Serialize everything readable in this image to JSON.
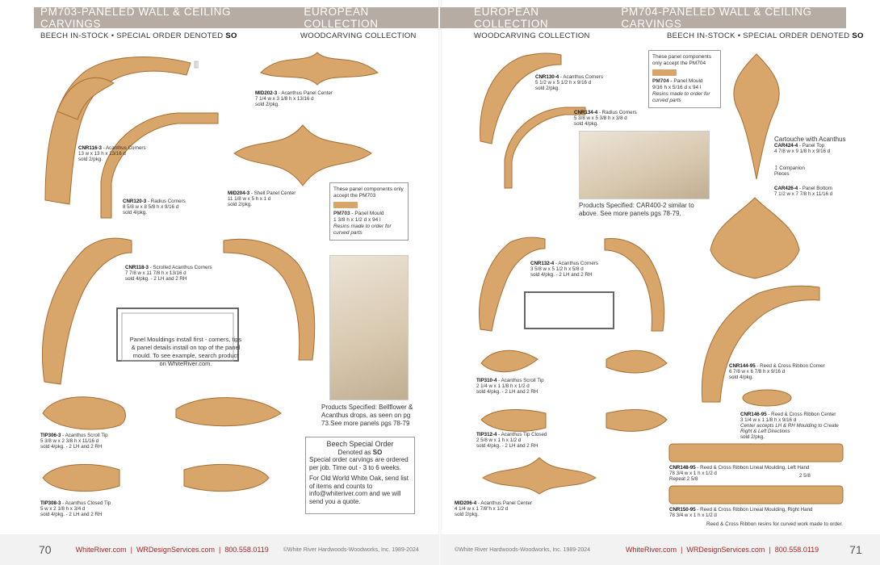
{
  "left": {
    "header_left": "PM703-PANELED WALL & CEILING CARVINGS",
    "header_right": "EUROPEAN COLLECTION",
    "sub_left_a": "BEECH IN-STOCK • SPECIAL ORDER DENOTED",
    "sub_left_so": "SO",
    "sub_right": "WOODCARVING COLLECTION",
    "items": [
      {
        "code": "CNR116-3",
        "name": " - Acanthus Corners",
        "dims": "13 w x 13 h x 13/16 d",
        "pkg": "sold 2/pkg."
      },
      {
        "code": "MID202-3",
        "name": " - Acanthus Panel Center",
        "dims": "7 1/4 w x 3 1/8 h x 13/16 d",
        "pkg": "sold 2/pkg."
      },
      {
        "code": "CNR120-3",
        "name": " - Radius Corners",
        "dims": "8 5/8 w x 8 5/8 h x 9/16 d",
        "pkg": "sold 4/pkg."
      },
      {
        "code": "MID204-3",
        "name": " - Shell Panel Center",
        "dims": "11 1/8 w x 5 h x 1 d",
        "pkg": "sold 2/pkg."
      },
      {
        "code": "CNR118-3",
        "name": " - Scrolled Acanthus Corners",
        "dims": "7 7/8 w x 11 7/8 h x 13/16 d",
        "pkg": "sold 4/pkg. - 2 LH and 2 RH"
      },
      {
        "code": "TIP306-3",
        "name": " - Acanthus Scroll Tip",
        "dims": "5 3/8 w x 2 3/8 h x 11/16 d",
        "pkg": "sold 4/pkg. - 2 LH and 2 RH"
      },
      {
        "code": "TIP308-3",
        "name": " - Acanthus Closed Tip",
        "dims": "5 w x 2 1/8 h x 3/4 d",
        "pkg": "sold 4/pkg. - 2 LH and 2 RH"
      }
    ],
    "pm_note_text": "These panel components only accept the PM703",
    "pm_note_code": "PM703",
    "pm_note_name": " - Panel Mould",
    "pm_note_dims": "1 3/8 h x 1/2 d x 94 l",
    "pm_note_resin": "Resins made to order for curved parts",
    "install_text": "Panel Mouldings install first - corners, tips & panel details install on top of the panel mould. To see example, search product on WhiteRiver.com.",
    "products_text": "Products Specified: Bellflower & Acanthus drops, as seen on pg 73.See more panels pgs 78-79",
    "so_box_title": "Beech Special Order",
    "so_box_denoted": "Denoted as",
    "so_box_so": "SO",
    "so_box_line1": "Special order carvings are ordered per job. Time out - 3 to 6 weeks.",
    "so_box_line2": "For Old World White Oak, send list of items and counts to info@whiteriver.com and we will send you a quote.",
    "page_number": "70",
    "footer_site": "WhiteRiver.com",
    "footer_design": "WRDesignServices.com",
    "footer_phone": "800.558.0119",
    "footer_copy": "©White River Hardwoods-Woodworks, Inc.  1989-2024"
  },
  "right": {
    "header_left": "EUROPEAN COLLECTION",
    "header_right": "PM704-PANELED WALL & CEILING CARVINGS",
    "sub_left": "WOODCARVING COLLECTION",
    "sub_right_a": "BEECH IN-STOCK • SPECIAL ORDER DENOTED",
    "sub_right_so": "SO",
    "items": [
      {
        "code": "CNR130-4",
        "name": " - Acanthus Corners",
        "dims": "5 1/2 w x 5 1/2 h x 9/16 d",
        "pkg": "sold 2/pkg."
      },
      {
        "code": "CNR134-4",
        "name": " - Radius Corners",
        "dims": "5 3/8 w x 5 3/8 h x 3/8 d",
        "pkg": "sold 4/pkg."
      },
      {
        "code": "CNR132-4",
        "name": " - Acanthus Corners",
        "dims": "3 5/8 w x 5 1/2 h x 5/8 d",
        "pkg": "sold 4/pkg. - 2 LH and 2 RH"
      },
      {
        "code": "TIP310-4",
        "name": " - Acanthus Scroll Tip",
        "dims": "2 1/4 w x 1 1/8 h x 1/2 d",
        "pkg": "sold 4/pkg. - 2 LH and 2 RH"
      },
      {
        "code": "TIP312-4",
        "name": " - Acanthus Tip Closed",
        "dims": "2 5/8 w x 1 h x 1/2 d",
        "pkg": "sold 4/pkg. - 2 LH and 2 RH"
      },
      {
        "code": "MID206-4",
        "name": " - Acanthus Panel Center",
        "dims": "4 1/4 w x 1 7/8\"h x 1/2 d",
        "pkg": "sold 2/pkg."
      },
      {
        "code": "CAR424-4",
        "name": " - Panel Top",
        "dims": "4 7/8 w x 9 1/8 h x 9/16 d",
        "pkg": ""
      },
      {
        "code": "CAR426-4",
        "name": " - Panel Bottom",
        "dims": "7 1/2 w x 7 7/8 h x 11/16 d",
        "pkg": ""
      },
      {
        "code": "CNR144-95",
        "name": " - Reed & Cross Ribbon Corner",
        "dims": "6 7/8 w x 6 7/8 h x 9/16 d",
        "pkg": "sold 4/pkg."
      },
      {
        "code": "CNR146-95",
        "name": " - Reed & Cross Ribbon Center",
        "dims": "3 1/4 w x 1 1/8 h x 9/16 d",
        "pkg": "Center accepts LH & RH Moulding to Create Right & Left Directions"
      },
      {
        "code": "CNR148-95",
        "name": " - Reed & Cross Ribbon Lineal Moulding, Left Hand",
        "dims": "78 3/4 w x 1 h x 1/2 d",
        "pkg": "Repeat 2 5/8"
      },
      {
        "code": "CNR150-95",
        "name": " - Reed & Cross Ribbon Lineal Moulding, Right Hand",
        "dims": "78 3/4 w x 1 h x 1/2 d",
        "pkg": ""
      }
    ],
    "cnr146_sold": "sold 2/pkg.",
    "pm_note_text": "These panel components only accept the PM704",
    "pm_note_code": "PM704",
    "pm_note_name": " - Panel Mould",
    "pm_note_dims": "9/16 h x 5/16 d x 94 l",
    "pm_note_resin": "Resins made to order for curved parts",
    "cartouche_title": "Cartouche with Acanthus",
    "companion": "Companion Pieces",
    "repeat_dim": "2 5/8",
    "products_text": "Products Specified: CAR400-2 similar to above. See more panels pgs 78-79.",
    "ribbon_note": "Reed & Cross Ribbon resins for curved work made to order.",
    "page_number": "71",
    "footer_site": "WhiteRiver.com",
    "footer_design": "WRDesignServices.com",
    "footer_phone": "800.558.0119",
    "footer_copy": "©White River Hardwoods-Woodworks, Inc.  1989-2024"
  },
  "colors": {
    "header_bg": "#b6aca3",
    "link": "#a02a2a",
    "wood": "#d8a56a"
  }
}
